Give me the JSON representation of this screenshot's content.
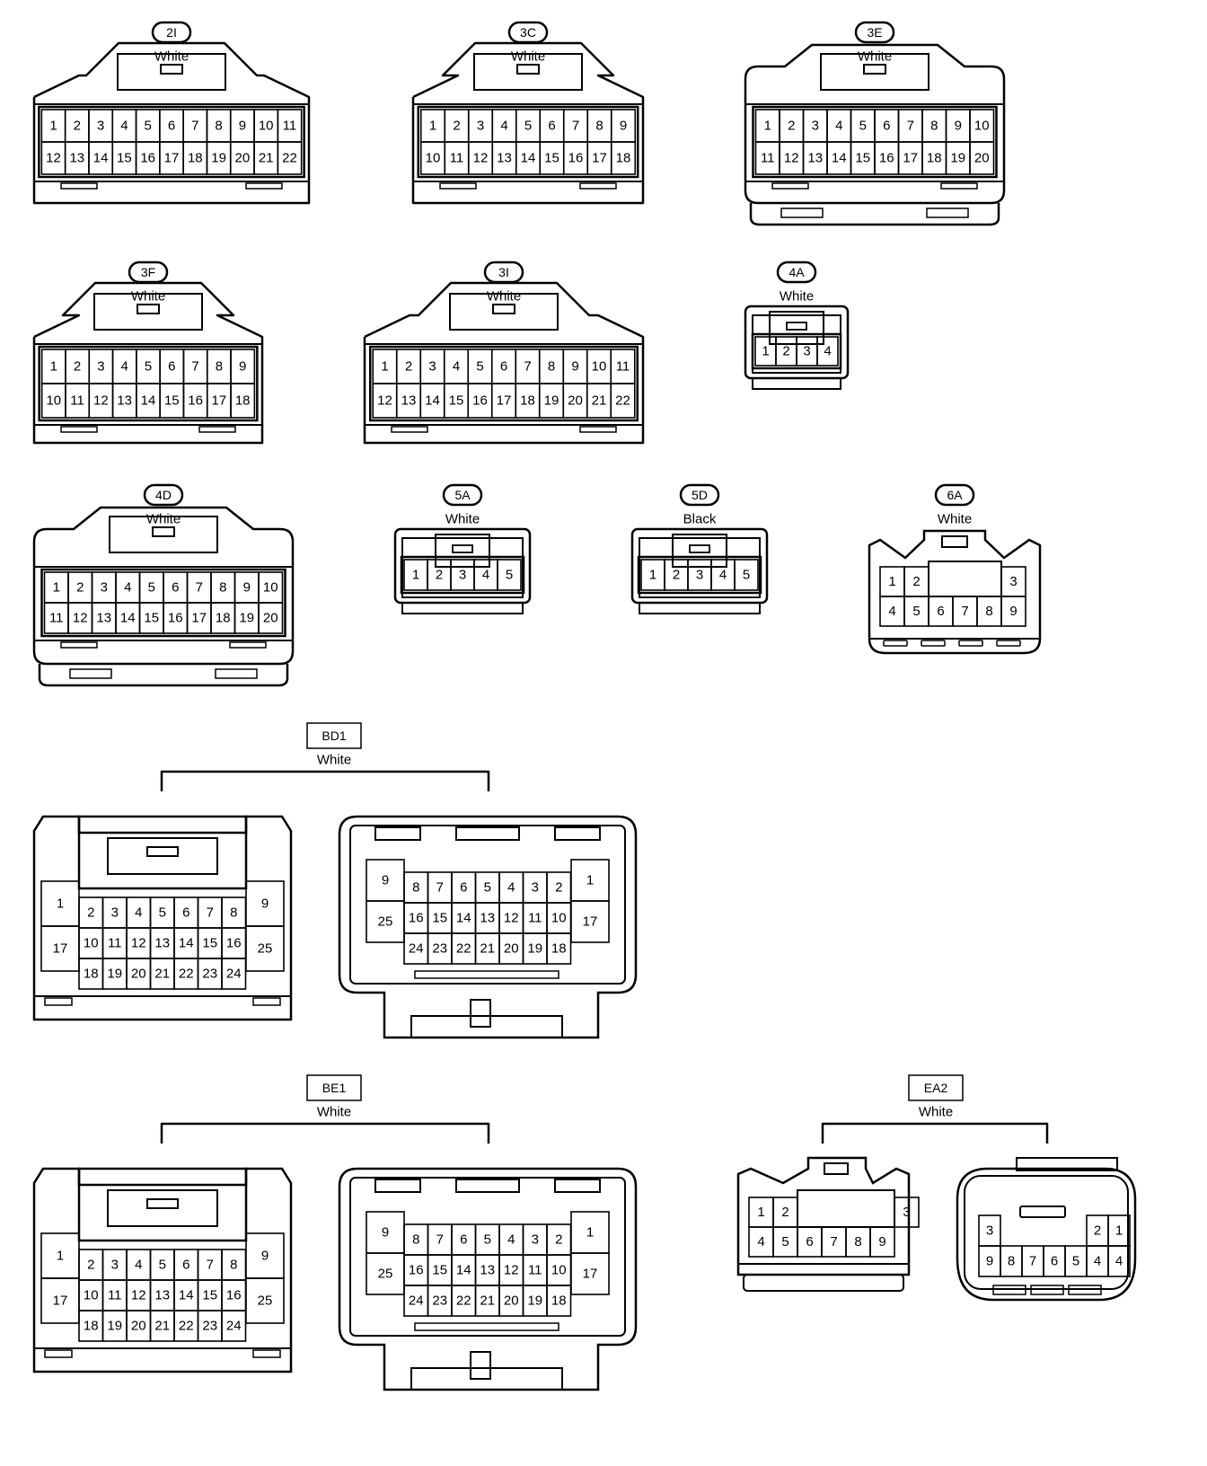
{
  "connectors": [
    {
      "code": "2I",
      "color": "White",
      "label_style": "pill",
      "kind": "double",
      "rows": [
        [
          "1",
          "2",
          "3",
          "4",
          "5",
          "6",
          "7",
          "8",
          "9",
          "10",
          "11"
        ],
        [
          "12",
          "13",
          "14",
          "15",
          "16",
          "17",
          "18",
          "19",
          "20",
          "21",
          "22"
        ]
      ]
    },
    {
      "code": "3C",
      "color": "White",
      "label_style": "pill",
      "kind": "double",
      "rows": [
        [
          "1",
          "2",
          "3",
          "4",
          "5",
          "6",
          "7",
          "8",
          "9"
        ],
        [
          "10",
          "11",
          "12",
          "13",
          "14",
          "15",
          "16",
          "17",
          "18"
        ]
      ]
    },
    {
      "code": "3E",
      "color": "White",
      "label_style": "pill",
      "kind": "double",
      "rows": [
        [
          "1",
          "2",
          "3",
          "4",
          "5",
          "6",
          "7",
          "8",
          "9",
          "10"
        ],
        [
          "11",
          "12",
          "13",
          "14",
          "15",
          "16",
          "17",
          "18",
          "19",
          "20"
        ]
      ]
    },
    {
      "code": "3F",
      "color": "White",
      "label_style": "pill",
      "kind": "double",
      "rows": [
        [
          "1",
          "2",
          "3",
          "4",
          "5",
          "6",
          "7",
          "8",
          "9"
        ],
        [
          "10",
          "11",
          "12",
          "13",
          "14",
          "15",
          "16",
          "17",
          "18"
        ]
      ]
    },
    {
      "code": "3I",
      "color": "White",
      "label_style": "pill",
      "kind": "double",
      "rows": [
        [
          "1",
          "2",
          "3",
          "4",
          "5",
          "6",
          "7",
          "8",
          "9",
          "10",
          "11"
        ],
        [
          "12",
          "13",
          "14",
          "15",
          "16",
          "17",
          "18",
          "19",
          "20",
          "21",
          "22"
        ]
      ]
    },
    {
      "code": "4A",
      "color": "White",
      "label_style": "pill",
      "kind": "single",
      "rows": [
        [
          "1",
          "2",
          "3",
          "4"
        ]
      ]
    },
    {
      "code": "4D",
      "color": "White",
      "label_style": "pill",
      "kind": "double",
      "rows": [
        [
          "1",
          "2",
          "3",
          "4",
          "5",
          "6",
          "7",
          "8",
          "9",
          "10"
        ],
        [
          "11",
          "12",
          "13",
          "14",
          "15",
          "16",
          "17",
          "18",
          "19",
          "20"
        ]
      ]
    },
    {
      "code": "5A",
      "color": "White",
      "label_style": "pill",
      "kind": "single",
      "rows": [
        [
          "1",
          "2",
          "3",
          "4",
          "5"
        ]
      ]
    },
    {
      "code": "5D",
      "color": "Black",
      "label_style": "pill",
      "kind": "single",
      "rows": [
        [
          "1",
          "2",
          "3",
          "4",
          "5"
        ]
      ]
    },
    {
      "code": "6A",
      "color": "White",
      "label_style": "pill",
      "kind": "sixa",
      "pins": [
        "1",
        "2",
        "3",
        "4",
        "5",
        "6",
        "7",
        "8",
        "9"
      ]
    },
    {
      "code": "BD1",
      "color": "White",
      "label_style": "box",
      "kind": "pair25",
      "female": {
        "left": [
          "1",
          "17"
        ],
        "right": [
          "9",
          "25"
        ],
        "rows": [
          [
            "2",
            "3",
            "4",
            "5",
            "6",
            "7",
            "8"
          ],
          [
            "10",
            "11",
            "12",
            "13",
            "14",
            "15",
            "16"
          ],
          [
            "18",
            "19",
            "20",
            "21",
            "22",
            "23",
            "24"
          ]
        ]
      },
      "male": {
        "left": [
          "9",
          "25"
        ],
        "right": [
          "1",
          "17"
        ],
        "rows": [
          [
            "8",
            "7",
            "6",
            "5",
            "4",
            "3",
            "2"
          ],
          [
            "16",
            "15",
            "14",
            "13",
            "12",
            "11",
            "10"
          ],
          [
            "24",
            "23",
            "22",
            "21",
            "20",
            "19",
            "18"
          ]
        ]
      }
    },
    {
      "code": "BE1",
      "color": "White",
      "label_style": "box",
      "kind": "pair25",
      "female": {
        "left": [
          "1",
          "17"
        ],
        "right": [
          "9",
          "25"
        ],
        "rows": [
          [
            "2",
            "3",
            "4",
            "5",
            "6",
            "7",
            "8"
          ],
          [
            "10",
            "11",
            "12",
            "13",
            "14",
            "15",
            "16"
          ],
          [
            "18",
            "19",
            "20",
            "21",
            "22",
            "23",
            "24"
          ]
        ]
      },
      "male": {
        "left": [
          "9",
          "25"
        ],
        "right": [
          "1",
          "17"
        ],
        "rows": [
          [
            "8",
            "7",
            "6",
            "5",
            "4",
            "3",
            "2"
          ],
          [
            "16",
            "15",
            "14",
            "13",
            "12",
            "11",
            "10"
          ],
          [
            "24",
            "23",
            "22",
            "21",
            "20",
            "19",
            "18"
          ]
        ]
      }
    },
    {
      "code": "EA2",
      "color": "White",
      "label_style": "box",
      "kind": "pair9",
      "female": [
        "1",
        "2",
        "3",
        "4",
        "5",
        "6",
        "7",
        "8",
        "9"
      ],
      "male": [
        "3",
        "2",
        "1",
        "9",
        "8",
        "7",
        "6",
        "5",
        "4"
      ]
    }
  ]
}
